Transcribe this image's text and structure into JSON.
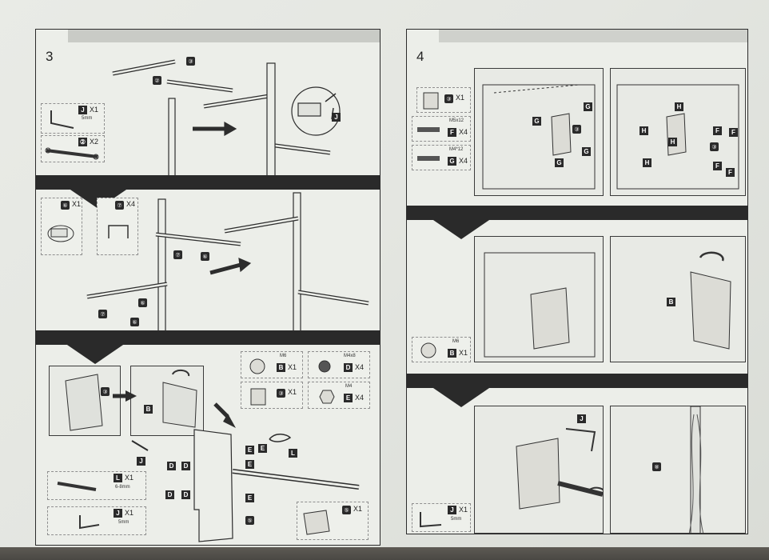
{
  "step3": {
    "number": "3",
    "parts_a": [
      {
        "code": "J",
        "qty": "X1",
        "size": "5mm"
      },
      {
        "code": "②",
        "qty": "X2"
      }
    ],
    "parts_b": [
      {
        "code": "⑥",
        "qty": "X1"
      },
      {
        "code": "⑦",
        "qty": "X4"
      }
    ],
    "parts_c": [
      {
        "size": "M6",
        "code": "B",
        "qty": "X1"
      },
      {
        "size": "M4x8",
        "code": "D",
        "qty": "X4"
      },
      {
        "code": "③",
        "qty": "X1"
      },
      {
        "size": "M4",
        "code": "E",
        "qty": "X4"
      }
    ],
    "tools": [
      {
        "code": "L",
        "qty": "X1",
        "size": "6-8mm"
      },
      {
        "code": "J",
        "qty": "X1",
        "size": "5mm"
      },
      {
        "code": "⑤",
        "qty": "X1"
      }
    ],
    "callouts": {
      "c2": "②",
      "c3": "③",
      "c6": "⑥",
      "c7": "⑦",
      "c5": "⑤",
      "J": "J",
      "B": "B",
      "D": "D",
      "E": "E",
      "L": "L"
    }
  },
  "step4": {
    "number": "4",
    "parts_a": [
      {
        "code": "③",
        "qty": "X1"
      },
      {
        "size": "M5x12",
        "code": "F",
        "qty": "X4"
      },
      {
        "size": "M4*12",
        "code": "G",
        "qty": "X4"
      }
    ],
    "parts_b": [
      {
        "size": "M6",
        "code": "B",
        "qty": "X1"
      }
    ],
    "parts_c": [
      {
        "code": "J",
        "qty": "X1",
        "size": "5mm"
      }
    ],
    "callouts": {
      "G": "G",
      "H": "H",
      "F": "F",
      "B": "B",
      "J": "J",
      "c3": "③",
      "c8": "⑧"
    }
  }
}
